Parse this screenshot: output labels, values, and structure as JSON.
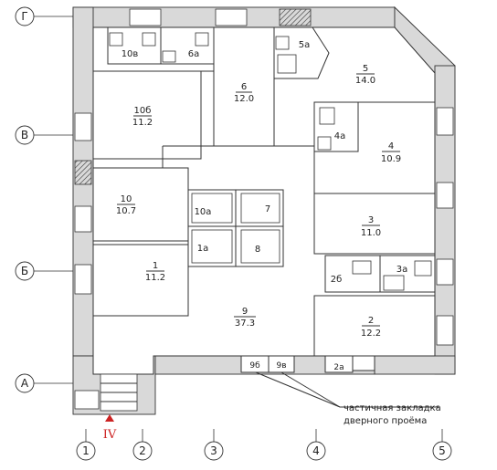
{
  "rooms": [
    {
      "id": "room-10v",
      "number": "10в",
      "area": ""
    },
    {
      "id": "room-6a",
      "number": "6а",
      "area": ""
    },
    {
      "id": "room-6",
      "number": "6",
      "area": "12.0"
    },
    {
      "id": "room-5a",
      "number": "5а",
      "area": ""
    },
    {
      "id": "room-5",
      "number": "5",
      "area": "14.0"
    },
    {
      "id": "room-10b",
      "number": "10б",
      "area": "11.2"
    },
    {
      "id": "room-4a",
      "number": "4а",
      "area": ""
    },
    {
      "id": "room-4",
      "number": "4",
      "area": "10.9"
    },
    {
      "id": "room-10",
      "number": "10",
      "area": "10.7"
    },
    {
      "id": "room-10a",
      "number": "10а",
      "area": ""
    },
    {
      "id": "room-7",
      "number": "7",
      "area": ""
    },
    {
      "id": "room-3",
      "number": "3",
      "area": "11.0"
    },
    {
      "id": "room-1a",
      "number": "1а",
      "area": ""
    },
    {
      "id": "room-8",
      "number": "8",
      "area": ""
    },
    {
      "id": "room-1",
      "number": "1",
      "area": "11.2"
    },
    {
      "id": "room-2b",
      "number": "2б",
      "area": ""
    },
    {
      "id": "room-3a",
      "number": "3а",
      "area": ""
    },
    {
      "id": "room-9",
      "number": "9",
      "area": "37.3"
    },
    {
      "id": "room-2",
      "number": "2",
      "area": "12.2"
    },
    {
      "id": "room-9b",
      "number": "9б",
      "area": ""
    },
    {
      "id": "room-9v",
      "number": "9в",
      "area": ""
    },
    {
      "id": "room-2a",
      "number": "2а",
      "area": ""
    }
  ],
  "axes_horizontal": [
    "Г",
    "В",
    "Б",
    "А"
  ],
  "axes_vertical": [
    "1",
    "2",
    "3",
    "4",
    "5"
  ],
  "entrance_mark": "IV",
  "annotation": {
    "line1": "частичная закладка",
    "line2": "дверного проёма"
  },
  "colors": {
    "wall_fill": "#d9d9d9",
    "line": "#333333",
    "entrance_mark": "#cc2222"
  }
}
